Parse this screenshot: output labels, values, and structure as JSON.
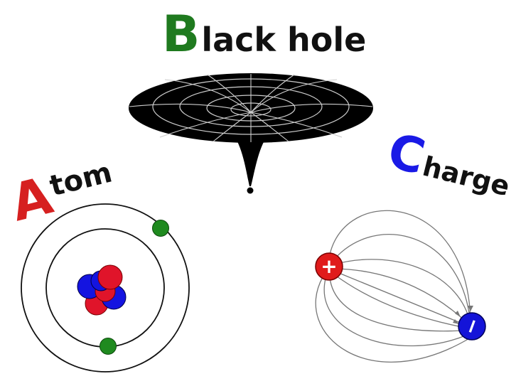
{
  "titles": {
    "black_hole": {
      "initial": "B",
      "rest": "lack hole"
    },
    "atom": {
      "initial": "A",
      "rest": "tom"
    },
    "charge": {
      "initial": "C",
      "rest": "harge"
    }
  },
  "charges": {
    "positive_symbol": "+",
    "negative_symbol": "−"
  },
  "colors": {
    "black_hole_initial": "#1f7a1f",
    "atom_initial": "#d62020",
    "charge_initial": "#1a1ae6",
    "electron": "#1f8a1f",
    "proton": "#e0142a",
    "neutron": "#1414e0",
    "positive_charge": "#e01b1b",
    "negative_charge": "#1414d8",
    "field_line": "#777777"
  }
}
